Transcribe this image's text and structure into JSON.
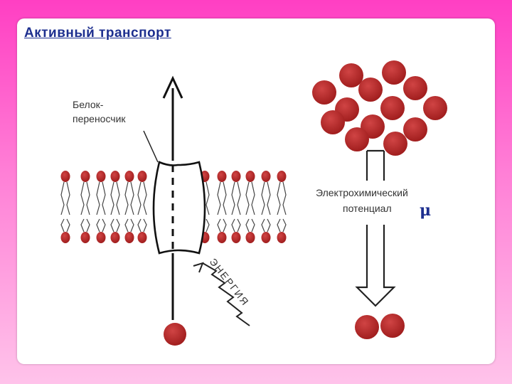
{
  "title": "Активный транспорт",
  "labels": {
    "carrier_line1": "Белок-",
    "carrier_line2": "переносчик",
    "energy": "ЭНЕРГИЯ",
    "potential_line1": "Электрохимический",
    "potential_line2": "потенциал",
    "mu": "μ"
  },
  "colors": {
    "particle": "#b52727",
    "particle_dark": "#8f1b1b",
    "line": "#111111",
    "background_top": "#ff3fc3",
    "background_bottom": "#ffc3ea"
  }
}
